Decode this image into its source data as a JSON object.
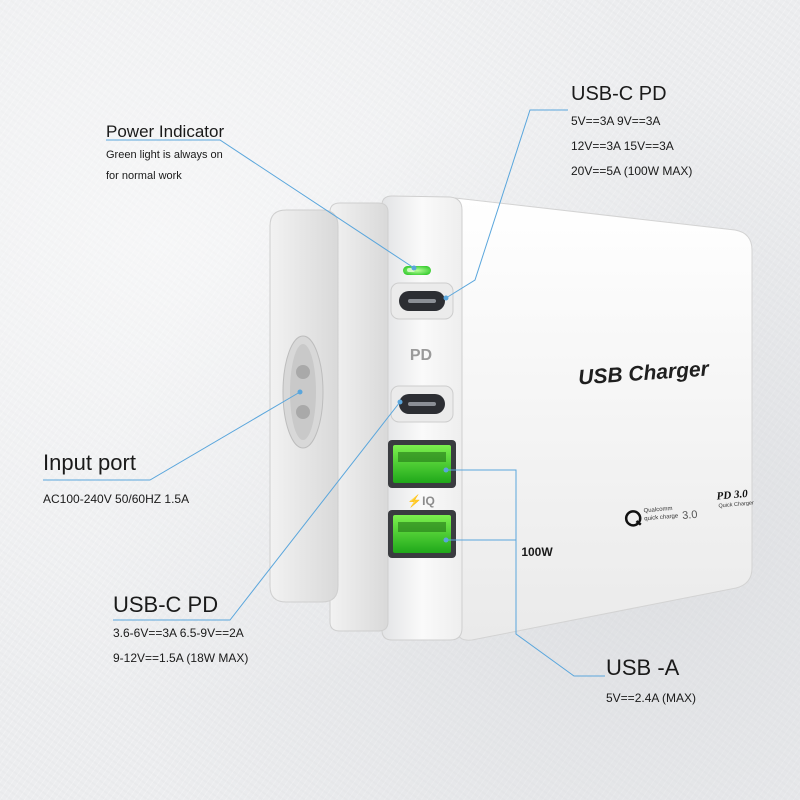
{
  "product": {
    "brand_label": "USB Charger",
    "pd_label": "PD",
    "iq_label": "IQ",
    "qc_brand": "Qualcomm",
    "qc_sub": "quick charge",
    "qc_version": "3.0",
    "pd_badge": "PD 3.0",
    "pd_badge_sub": "Quick Charger",
    "power_label": "100W"
  },
  "callouts": {
    "usbc_top": {
      "title": "USB-C PD",
      "lines": [
        "5V==3A 9V==3A",
        "12V==3A 15V==3A",
        "20V==5A  (100W MAX)"
      ]
    },
    "power_indicator": {
      "title": "Power Indicator",
      "lines": [
        "Green light is always on",
        "for normal work"
      ]
    },
    "input_port": {
      "title": "Input port",
      "lines": [
        "AC100-240V 50/60HZ 1.5A"
      ]
    },
    "usbc_bottom": {
      "title": "USB-C PD",
      "lines": [
        "3.6-6V==3A 6.5-9V==2A",
        "9-12V==1.5A  (18W MAX)"
      ]
    },
    "usba": {
      "title": "USB -A",
      "lines": [
        "5V==2.4A  (MAX)"
      ]
    }
  },
  "colors": {
    "callout_line": "#5aa6dc",
    "led_green": "#3ddc3a",
    "body_white": "#f7f7f7",
    "port_dark": "#2c2e33"
  }
}
